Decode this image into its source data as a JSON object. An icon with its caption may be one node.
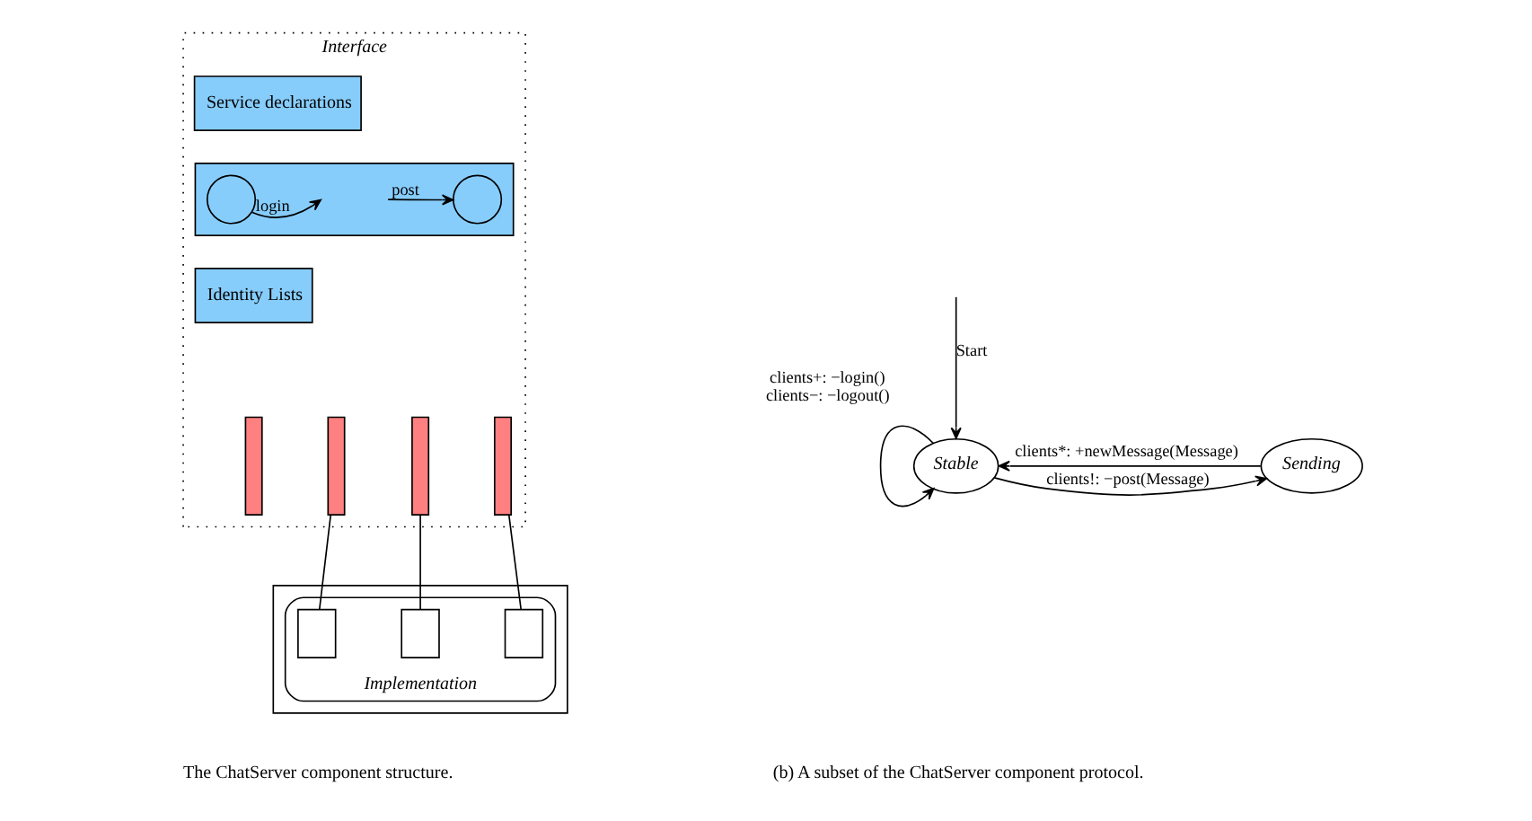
{
  "diagram": {
    "nodes": [
      {
        "text": [
          "Interface"
        ]
      },
      {
        "text": [
          "Service declarations"
        ],
        "in": 0
      },
      {
        "text": [],
        "shape": "box",
        "in": 0
      },
      {
        "text": [],
        "shape": "circle",
        "in": 2
      },
      {
        "text": [],
        "shape": "circle",
        "in": 2
      },
      {
        "text": [
          "Identity Lists"
        ],
        "in": 0
      },
      {
        "text": [],
        "shape": "bar",
        "in": 0
      },
      {
        "text": [],
        "shape": "bar",
        "in": 0
      },
      {
        "text": [],
        "shape": "bar",
        "in": 0
      },
      {
        "text": [],
        "shape": "bar",
        "in": 0
      },
      {
        "text": [],
        "shape": "box"
      },
      {
        "text": [
          "Implementation"
        ],
        "in": 10
      },
      {
        "text": [],
        "shape": "box",
        "in": 11
      },
      {
        "text": [],
        "shape": "box",
        "in": 11
      },
      {
        "text": [],
        "shape": "box",
        "in": 11
      },
      {
        "text": [
          "Stable"
        ]
      },
      {
        "text": [
          "Sending"
        ]
      }
    ],
    "edges": [
      {
        "from": 3,
        "to": null,
        "arrow": "to",
        "label": "login"
      },
      {
        "from": null,
        "to": 4,
        "arrow": "to",
        "label": "post"
      },
      {
        "from": 7,
        "to": 12,
        "arrow": "none"
      },
      {
        "from": 8,
        "to": 13,
        "arrow": "none"
      },
      {
        "from": 9,
        "to": 14,
        "arrow": "none"
      },
      {
        "from": null,
        "to": 15,
        "arrow": "to",
        "label": "Start"
      },
      {
        "from": 15,
        "to": 15,
        "arrow": "to",
        "label": "clients+: −login() clients−: −logout()"
      },
      {
        "from": 15,
        "to": 16,
        "arrow": "to",
        "label": "clients!: −post(Message)"
      },
      {
        "from": 16,
        "to": 15,
        "arrow": "to",
        "label": "clients*: +newMessage(Message)"
      }
    ],
    "labels": [
      "The ChatServer component structure.",
      "(b) A subset of the ChatServer component protocol."
    ]
  }
}
